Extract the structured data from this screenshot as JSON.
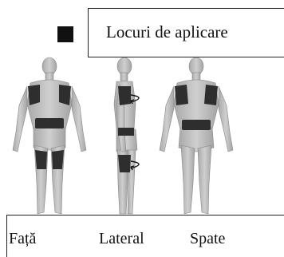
{
  "legend": {
    "label": "Locuri de aplicare",
    "swatch_color": "#1a1a1a"
  },
  "views": [
    {
      "key": "front",
      "label": "Față"
    },
    {
      "key": "lateral",
      "label": "Lateral"
    },
    {
      "key": "back",
      "label": "Spate"
    }
  ],
  "colors": {
    "skin": "#bdbdbd",
    "skin_shade": "#9a9a9a",
    "zone": "#2e2e2e"
  },
  "icons": [
    "rotation-arrow-icon"
  ]
}
